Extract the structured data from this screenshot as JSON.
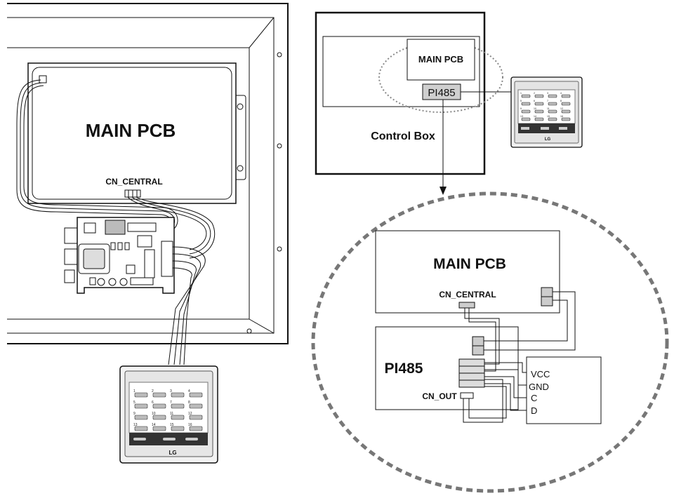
{
  "left_unit": {
    "main_pcb_label": "MAIN PCB",
    "connector_label": "CN_CENTRAL"
  },
  "controller": {
    "brand": "LG",
    "button_numbers": [
      "1",
      "2",
      "3",
      "4",
      "5",
      "6",
      "7",
      "8",
      "9",
      "10",
      "11",
      "12",
      "13",
      "14",
      "15",
      "16"
    ]
  },
  "control_box": {
    "title": "Control Box",
    "main_pcb_label": "MAIN PCB",
    "pi485_label": "PI485"
  },
  "detail": {
    "main_pcb_label": "MAIN PCB",
    "cn_central_label": "CN_CENTRAL",
    "pi485_label": "PI485",
    "cn_out_label": "CN_OUT",
    "terminals": [
      "VCC",
      "GND",
      "C",
      "D"
    ]
  },
  "colors": {
    "line": "#111111",
    "dash": "#777777",
    "fill_gray": "#c8c8c8"
  }
}
